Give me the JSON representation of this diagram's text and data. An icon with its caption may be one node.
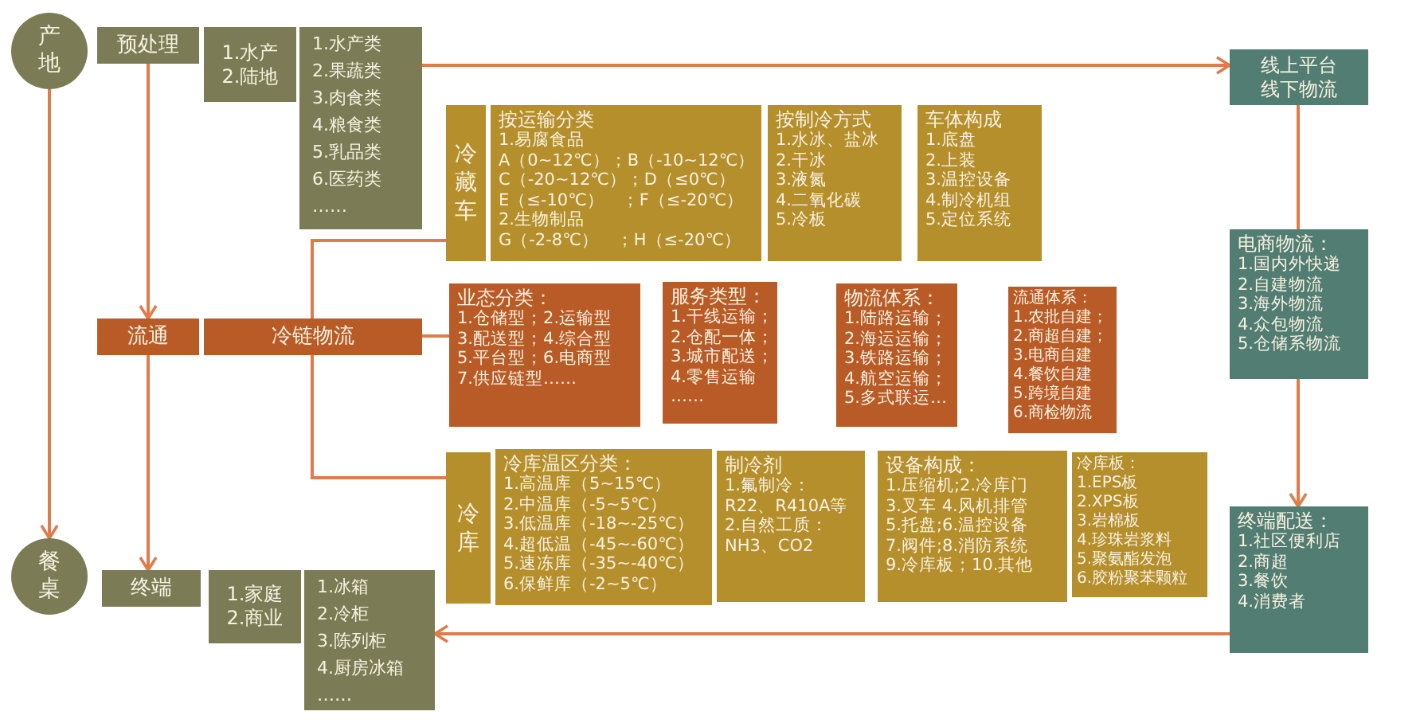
{
  "diagram": {
    "nodes": [
      {
        "text": [
          "产地"
        ]
      },
      {
        "text": [
          "预处理"
        ]
      },
      {
        "text": [
          "1.水产",
          "2.陆地"
        ]
      },
      {
        "text": [
          "1.水产类",
          "2.果蔬类",
          "3.肉食类",
          "4.粮食类",
          "5.乳品类",
          "6.医药类",
          "……"
        ]
      },
      {
        "text": [
          "线上平台",
          "线下物流"
        ]
      },
      {
        "text": [
          "冷藏车"
        ]
      },
      {
        "text": [
          "按运输分类",
          "1.易腐食品",
          "A（0~12℃）；B（-10~12℃）",
          "C（-20~12℃）；D（≤0℃）",
          "E（≤-10℃）　；F（≤-20℃）",
          "2.生物制品",
          "G（-2-8℃）　；H（≤-20℃）"
        ]
      },
      {
        "text": [
          "按制冷方式",
          "1.水冰、盐冰",
          "2.干冰",
          "3.液氮",
          "4.二氧化碳",
          "5.冷板"
        ]
      },
      {
        "text": [
          "车体构成",
          "1.底盘",
          "2.上装",
          "3.温控设备",
          "4.制冷机组",
          "5.定位系统"
        ]
      },
      {
        "text": [
          "流通"
        ]
      },
      {
        "text": [
          "冷链物流"
        ]
      },
      {
        "text": [
          "业态分类：",
          "1.仓储型；2.运输型",
          "3.配送型；4.综合型",
          "5.平台型；6.电商型",
          "7.供应链型……"
        ]
      },
      {
        "text": [
          "服务类型：",
          "1.干线运输；",
          "2.仓配一体；",
          "3.城市配送；",
          "4.零售运输",
          "……"
        ]
      },
      {
        "text": [
          "物流体系：",
          "1.陆路运输；",
          "2.海运运输；",
          "3.铁路运输；",
          "4.航空运输；",
          "5.多式联运…"
        ]
      },
      {
        "text": [
          "流通体系：",
          "1.农批自建；",
          "2.商超自建；",
          "3.电商自建",
          "4.餐饮自建",
          "5.跨境自建",
          "6.商检物流"
        ]
      },
      {
        "text": [
          "电商物流：",
          "1.国内外快递",
          "2.自建物流",
          "3.海外物流",
          "4.众包物流",
          "5.仓储系物流"
        ]
      },
      {
        "text": [
          "冷库"
        ]
      },
      {
        "text": [
          "冷库温区分类：",
          "1.高温库（5~15℃）",
          "2.中温库（-5~5℃）",
          "3.低温库（-18~-25℃）",
          "4.超低温（-45~-60℃）",
          "5.速冻库（-35~-40℃）",
          "6.保鲜库（-2~5℃）"
        ]
      },
      {
        "text": [
          "制冷剂",
          "1.氟制冷：",
          "R22、R410A等",
          "2.自然工质：",
          "NH3、CO2"
        ]
      },
      {
        "text": [
          "设备构成：",
          "1.压缩机;2.冷库门",
          "3.叉车 4.风机排管",
          "5.托盘;6.温控设备",
          "7.阀件;8.消防系统",
          "9.冷库板；10.其他"
        ]
      },
      {
        "text": [
          "冷库板：",
          "1.EPS板",
          "2.XPS板",
          "3.岩棉板",
          "4.珍珠岩浆料",
          "5.聚氨酯发泡",
          "6.胶粉聚苯颗粒"
        ]
      },
      {
        "text": [
          "终端配送：",
          "1.社区便利店",
          "2.商超",
          "3.餐饮",
          "4.消费者"
        ]
      },
      {
        "text": [
          "餐桌"
        ]
      },
      {
        "text": [
          "终端"
        ]
      },
      {
        "text": [
          "1.家庭",
          "2.商业"
        ]
      },
      {
        "text": [
          "1.冰箱",
          "2.冷柜",
          "3.陈列柜",
          "4.厨房冰箱",
          "……"
        ]
      }
    ],
    "edges": [
      {
        "from": 0,
        "to": 22,
        "arrow": "to"
      },
      {
        "from": 1,
        "to": 9,
        "arrow": "to"
      },
      {
        "from": 9,
        "to": 23,
        "arrow": "to"
      },
      {
        "from": 3,
        "to": 4,
        "arrow": "to"
      },
      {
        "from": 4,
        "to": 15,
        "arrow": "none"
      },
      {
        "from": 15,
        "to": 21,
        "arrow": "to"
      },
      {
        "from": 21,
        "to": 25,
        "arrow": "to"
      },
      {
        "from": 10,
        "to": 5,
        "arrow": "none"
      },
      {
        "from": 10,
        "to": 11,
        "arrow": "none"
      },
      {
        "from": 10,
        "to": 16,
        "arrow": "none"
      }
    ]
  }
}
